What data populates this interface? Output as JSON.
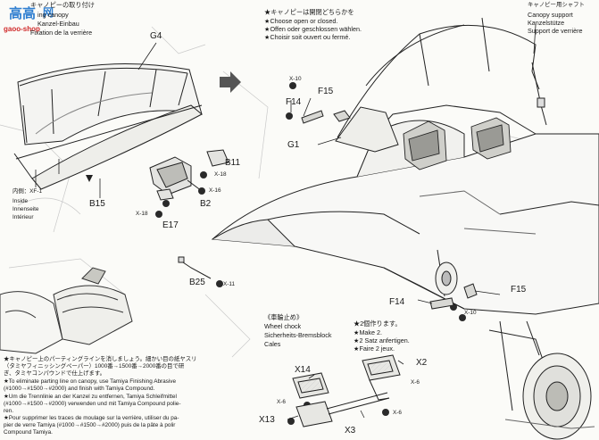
{
  "watermark": {
    "logo_text": "高高",
    "logo_char": "网",
    "url": "gaoo-shop"
  },
  "step_left": {
    "title_jp": "キャノピーの取り付け",
    "title_en": "ing canopy",
    "title_de": "Kanzel-Einbau",
    "title_fr": "Fixation de la verrière",
    "parts": {
      "g4": "G4",
      "b15": "B15",
      "b11": "B11",
      "b2": "B2",
      "e17": "E17",
      "b25": "B25"
    },
    "screws": {
      "x18_a": "X-18",
      "x18_b": "X-18",
      "x16": "X-16",
      "x11": "X-11"
    },
    "paint_note": {
      "jp": "内側：XF-1",
      "en": "Inside",
      "de": "Innenseite",
      "fr": "Intérieur"
    }
  },
  "step_right": {
    "canopy_notes": [
      "★キャノピーは開閉どちらかを",
      "★Choose open or closed.",
      "★Offen oder geschlossen wählen.",
      "★Choisir soit ouvert ou fermé."
    ],
    "shaft_label": {
      "jp": "キャノピー用シャフト",
      "en": "Canopy support",
      "de": "Kanzelstütze",
      "fr": "Support de verrière"
    },
    "parts": {
      "x10_a": "X-10",
      "f15_a": "F15",
      "f14_a": "F14",
      "g1": "G1",
      "f14_b": "F14",
      "f15_b": "F15",
      "x10_b": "X-10"
    }
  },
  "sanding_notes": [
    "★キャノピー上のパーティングラインを消しましょう。細かい目の紙ヤスリ",
    "（タミヤフィニッシングペーパー）1000番→1500番→2000番の目で研",
    "ぎ、タミヤコンパウンドで仕上げます。",
    "★To eliminate parting line on canopy, use Tamiya Finishing Abrasive",
    "(#1000→#1500→#2000) and finish with Tamiya Compound.",
    "★Um die Trennlinie an der Kanzel zu entfernen, Tamiya Schleifmittel",
    "(#1000→#1500→#2000) verwenden und mit Tamiya Compound polie-",
    "ren.",
    "★Pour supprimer les traces de moulage sur la verrière, utiliser du pa-",
    "pier de verre Tamiya (#1000→#1500→#2000) puis de la pâte à polir",
    "Compound Tamiya."
  ],
  "wheel_chock": {
    "title_jp": "《車輪止め》",
    "title_en": "Wheel chock",
    "title_de": "Sicherheits-Bremsblock",
    "title_fr": "Cales",
    "make_notes": [
      "★2個作ります。",
      "★Make 2.",
      "★2 Satz anfertigen.",
      "★Faire 2 jeux."
    ],
    "parts": {
      "x14": "X14",
      "x2": "X2",
      "x6_a": "X-6",
      "x6_b": "X-6",
      "x6_c": "X-6",
      "x13": "X13",
      "x3": "X3"
    }
  }
}
